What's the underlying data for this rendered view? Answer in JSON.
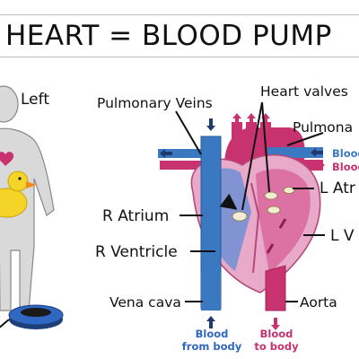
{
  "title": "HEART = BLOOD PUMP",
  "labels": {
    "left": "Left",
    "pulmonary_veins": "Pulmonary Veins",
    "heart_valves": "Heart valves",
    "pulmonary_cut": "Pulmona",
    "blood_cut_1": "Blood",
    "blood_cut_2": "Blood",
    "l_atrium_cut": "L Atr",
    "r_atrium": "R Atrium",
    "l_ventricle_cut": "L V",
    "r_ventricle": "R Ventricle",
    "vena_cava": "Vena cava",
    "aorta": "Aorta",
    "blood_from_body_1": "Blood",
    "blood_from_body_2": "from body",
    "blood_to_body_1": "Blood",
    "blood_to_body_2": "to body"
  },
  "colors": {
    "deoxygenated": "#3a78c2",
    "oxygenated": "#c8336f",
    "arrow_dark": "#1e3a6e"
  },
  "icons": [
    "person-figure",
    "rubber-duck",
    "pump-base",
    "heart-diagram"
  ]
}
